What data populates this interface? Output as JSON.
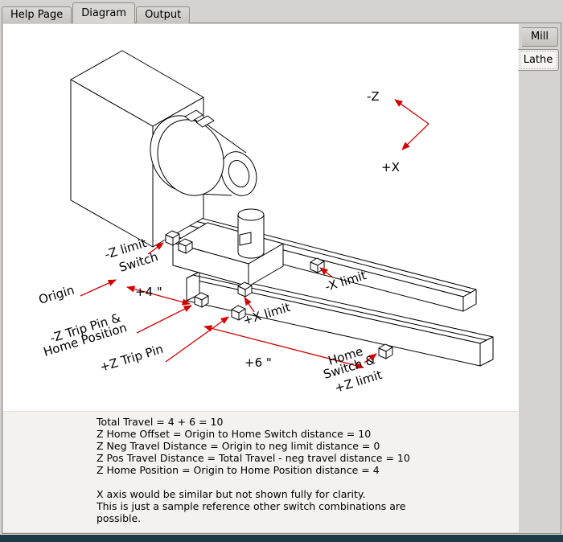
{
  "tabs": [
    {
      "label": "Help Page",
      "active": false
    },
    {
      "label": "Diagram",
      "active": true
    },
    {
      "label": "Output",
      "active": false
    }
  ],
  "side_tabs": [
    {
      "label": "Mill",
      "active": false
    },
    {
      "label": "Lathe",
      "active": true
    }
  ],
  "diagram": {
    "axis_neg_z": "-Z",
    "axis_pos_x": "+X",
    "neg_z_limit_1": "-Z limit",
    "neg_z_limit_2": "Switch",
    "origin": "Origin",
    "dim_4": "+4 \"",
    "neg_z_trip_1": "-Z Trip Pin &",
    "neg_z_trip_2": "Home Position",
    "pos_z_trip": "+Z Trip Pin",
    "pos_x_limit": "+X limit",
    "neg_x_limit": "-X limit",
    "dim_6": "+6 \"",
    "home_1": "Home",
    "home_2": "Switch &",
    "home_3": "+Z limit",
    "annotation_color": "#d40000"
  },
  "notes": [
    "Total Travel = 4 + 6 = 10",
    "Z Home Offset = Origin to Home Switch distance = 10",
    "Z Neg Travel Distance = Origin to neg limit distance = 0",
    "Z Pos Travel Distance = Total Travel - neg travel distance = 10",
    "Z Home Position = Origin to Home Position distance = 4",
    "",
    "X axis would be similar but not shown fully for clarity.",
    "This is just a sample reference other switch combinations are",
    "possible."
  ]
}
